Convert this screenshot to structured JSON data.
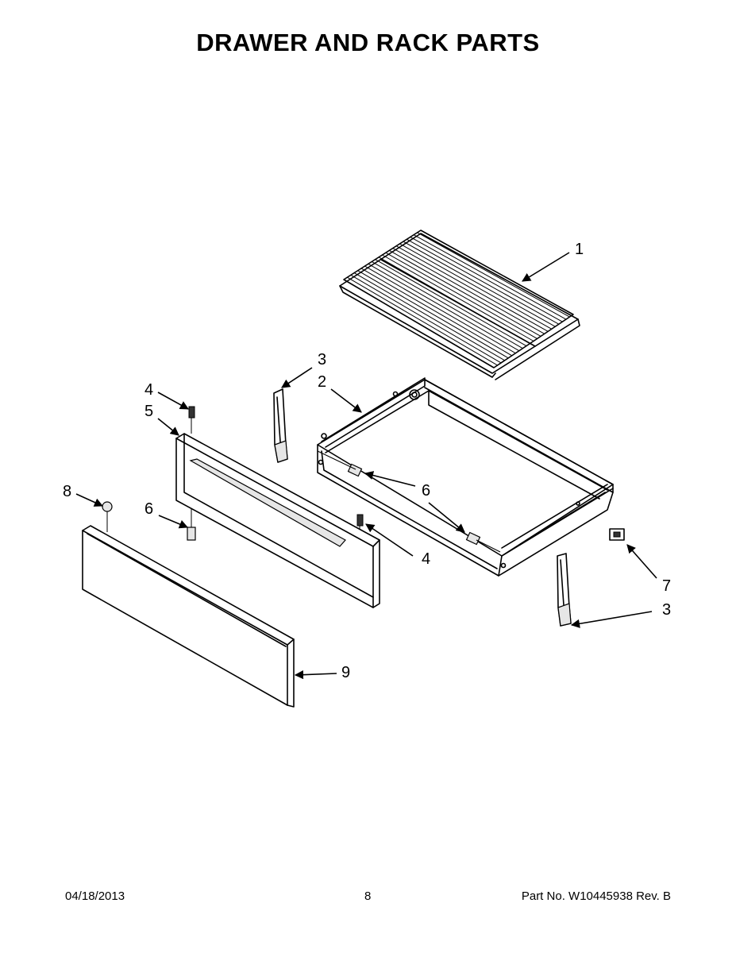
{
  "title": "DRAWER AND RACK PARTS",
  "callouts": {
    "c1": "1",
    "c2": "2",
    "c3a": "3",
    "c3b": "3",
    "c4a": "4",
    "c4b": "4",
    "c5": "5",
    "c6a": "6",
    "c6b": "6",
    "c7": "7",
    "c8": "8",
    "c9": "9"
  },
  "footer": {
    "date": "04/18/2013",
    "page": "8",
    "part": "Part No.  W10445938  Rev.  B"
  }
}
